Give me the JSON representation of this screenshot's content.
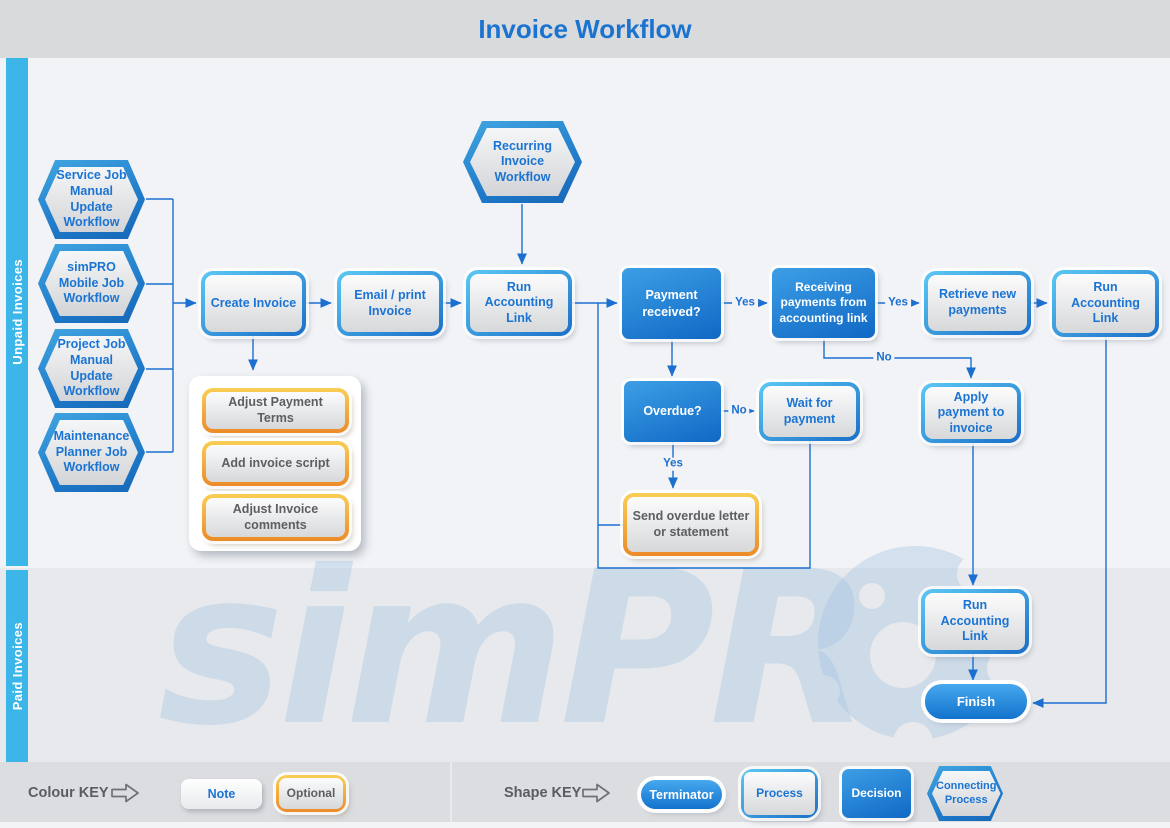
{
  "title": "Invoice Workflow",
  "sidebar": {
    "unpaid": "Unpaid Invoices",
    "paid": "Paid Invoices"
  },
  "watermark": {
    "text": "simPR",
    "brand": "simPRO"
  },
  "nodes": {
    "service_job": "Service Job Manual Update Workflow",
    "simpro_mobile": "simPRO Mobile Job Workflow",
    "project_job": "Project Job Manual Update Workflow",
    "maintenance_planner": "Maintenance Planner Job Workflow",
    "recurring": "Recurring Invoice Workflow",
    "create_invoice": "Create Invoice",
    "email_print": "Email / print Invoice",
    "run_accounting_1": "Run Accounting Link",
    "payment_received": "Payment received?",
    "receiving_payments": "Receiving payments from accounting link",
    "retrieve_new": "Retrieve new payments",
    "run_accounting_2": "Run Accounting Link",
    "overdue": "Overdue?",
    "wait_for_payment": "Wait for payment",
    "apply_payment": "Apply payment to invoice",
    "adjust_payment_terms": "Adjust Payment Terms",
    "add_invoice_script": "Add invoice script",
    "adjust_invoice_comments": "Adjust Invoice comments",
    "send_overdue": "Send overdue letter or statement",
    "run_accounting_3": "Run Accounting Link",
    "finish": "Finish"
  },
  "edges": {
    "yes": "Yes",
    "no": "No"
  },
  "legend": {
    "colour_key": "Colour KEY",
    "shape_key": "Shape KEY",
    "note": "Note",
    "optional": "Optional",
    "terminator": "Terminator",
    "process": "Process",
    "decision": "Decision",
    "connecting_process": "Connecting Process"
  },
  "colors": {
    "accent_blue": "#1b74d3",
    "line_blue": "#1c6fd0",
    "decision_blue": "#1068c4",
    "sidebar_blue": "#3cb6e9",
    "orange_border": "#f0a62f",
    "header_gray": "#d8dadc",
    "unpaid_bg": "#f1f3f6",
    "paid_bg": "#e7e9ec",
    "legend_bg": "#dbdde0"
  }
}
